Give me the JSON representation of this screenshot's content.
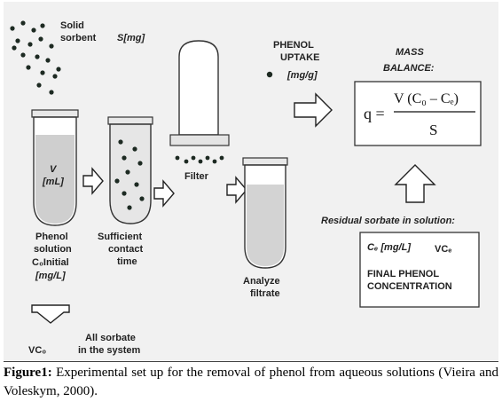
{
  "figure": {
    "solid_sorbent": [
      "Solid",
      "sorbent"
    ],
    "sorbent_amount": "S[mg]",
    "tube1_volume": [
      "V",
      "[mL]"
    ],
    "phenol_solution": [
      "Phenol",
      "solution"
    ],
    "c0_initial": "C₀Initial",
    "c0_unit": "[mg/L]",
    "contact_time": [
      "Sufficient",
      "contact",
      "time"
    ],
    "filter": "Filter",
    "analyze_filtrate": [
      "Analyze",
      "filtrate"
    ],
    "phenol_uptake": [
      "PHENOL",
      "UPTAKE"
    ],
    "uptake_unit": "[mg/g]",
    "mass_balance": [
      "MASS",
      "BALANCE:"
    ],
    "equation": {
      "lhs": "q =",
      "numerator": "V (C₀ – Cₑ)",
      "denominator": "S"
    },
    "residual_sorbate": "Residual sorbate in solution:",
    "cf_unit": "Cₑ [mg/L]",
    "vcf": "VCₑ",
    "final_phenol": [
      "FINAL PHENOL",
      "CONCENTRATION"
    ],
    "vc0": "VC₀",
    "all_sorbate": [
      "All sorbate",
      "in the system"
    ]
  },
  "caption": {
    "label": "Figure1:",
    "text": " Experimental set up for the removal of phenol from aqueous solutions (Vieira and Voleskym, 2000)."
  }
}
